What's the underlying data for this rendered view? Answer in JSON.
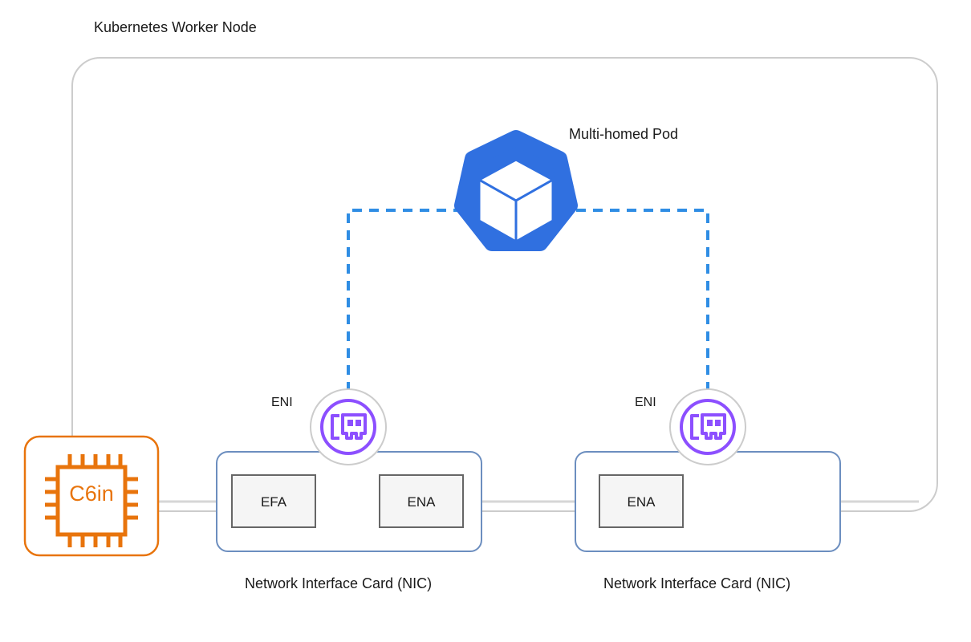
{
  "diagram": {
    "title": "Kubernetes Worker Node",
    "pod": {
      "label": "Multi-homed Pod",
      "icon": "kubernetes-pod-icon",
      "color": "#3070e0"
    },
    "instance": {
      "label": "C6in",
      "icon": "cpu-chip-icon",
      "color": "#e8740c",
      "border_color": "#e8740c"
    },
    "enis": [
      {
        "label": "ENI",
        "icon": "network-interface-card-icon",
        "color": "#8c4fff"
      },
      {
        "label": "ENI",
        "icon": "network-interface-card-icon",
        "color": "#8c4fff"
      }
    ],
    "nics": [
      {
        "label": "Network Interface Card (NIC)",
        "border_color": "#6c8ebf",
        "interfaces": [
          {
            "label": "EFA",
            "fill": "#f5f5f5",
            "border": "#666666"
          },
          {
            "label": "ENA",
            "fill": "#f5f5f5",
            "border": "#666666"
          }
        ]
      },
      {
        "label": "Network Interface Card (NIC)",
        "border_color": "#6c8ebf",
        "interfaces": [
          {
            "label": "ENA",
            "fill": "#f5f5f5",
            "border": "#666666"
          }
        ]
      }
    ],
    "connections": {
      "pod_to_eni_style": "dashed",
      "pod_to_eni_color": "#2f8de4",
      "bus_color": "#d0d0d0"
    },
    "node_boundary": {
      "color": "#cccccc",
      "style": "rounded-rectangle"
    }
  }
}
